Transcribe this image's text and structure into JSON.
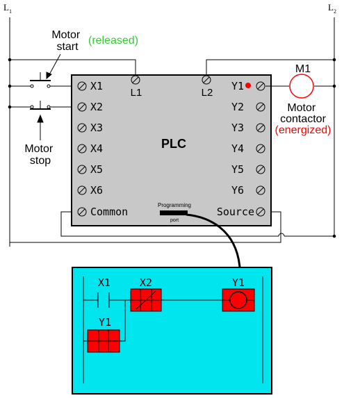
{
  "power": {
    "l1_main": "L",
    "l1_sub": "1",
    "l2_main": "L",
    "l2_sub": "2"
  },
  "motor_start": {
    "line1": "Motor",
    "line2": "start",
    "state": "(released)"
  },
  "motor_stop": {
    "line1": "Motor",
    "line2": "stop"
  },
  "plc": {
    "title": "PLC",
    "l1_label": "L1",
    "l2_label": "L2",
    "inputs": [
      "X1",
      "X2",
      "X3",
      "X4",
      "X5",
      "X6"
    ],
    "outputs": [
      "Y1",
      "Y2",
      "Y3",
      "Y4",
      "Y5",
      "Y6"
    ],
    "common_label": "Common",
    "source_label": "Source",
    "port_label_1": "Programming",
    "port_label_2": "port"
  },
  "motor": {
    "tag": "M1",
    "line1": "Motor",
    "line2": "contactor",
    "state": "(energized)"
  },
  "ladder": {
    "contact_x1": "X1",
    "contact_x2": "X2",
    "contact_y1": "Y1",
    "coil_y1": "Y1"
  },
  "colors": {
    "plc_body": "#c8c8c8",
    "screen": "#00e5ee",
    "active": "#ff0000",
    "released_text": "#33cc33"
  }
}
